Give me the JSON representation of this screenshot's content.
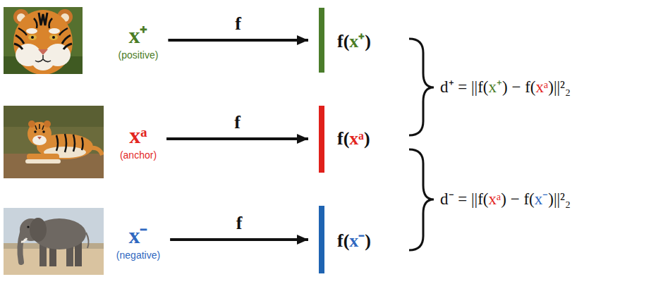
{
  "diagram": {
    "nodes": [
      {
        "text": [
          "x⁺",
          "(positive)"
        ]
      },
      {
        "text": [
          "f(x⁺)"
        ]
      },
      {
        "text": [
          "xᵃ",
          "(anchor)"
        ]
      },
      {
        "text": [
          "f(xᵃ)"
        ]
      },
      {
        "text": [
          "x⁻",
          "(negative)"
        ]
      },
      {
        "text": [
          "f(x⁻)"
        ]
      }
    ],
    "edges": [
      {
        "from": 0,
        "to": 1,
        "arrow": "to",
        "label": "f"
      },
      {
        "from": 2,
        "to": 3,
        "arrow": "to",
        "label": "f"
      },
      {
        "from": 4,
        "to": 5,
        "arrow": "to",
        "label": "f"
      }
    ],
    "labels": [
      "d⁺ = ||f(x⁺) − f(xᵃ)||²₂",
      "d⁻ = ||f(xᵃ) − f(x⁻)||²₂"
    ]
  }
}
